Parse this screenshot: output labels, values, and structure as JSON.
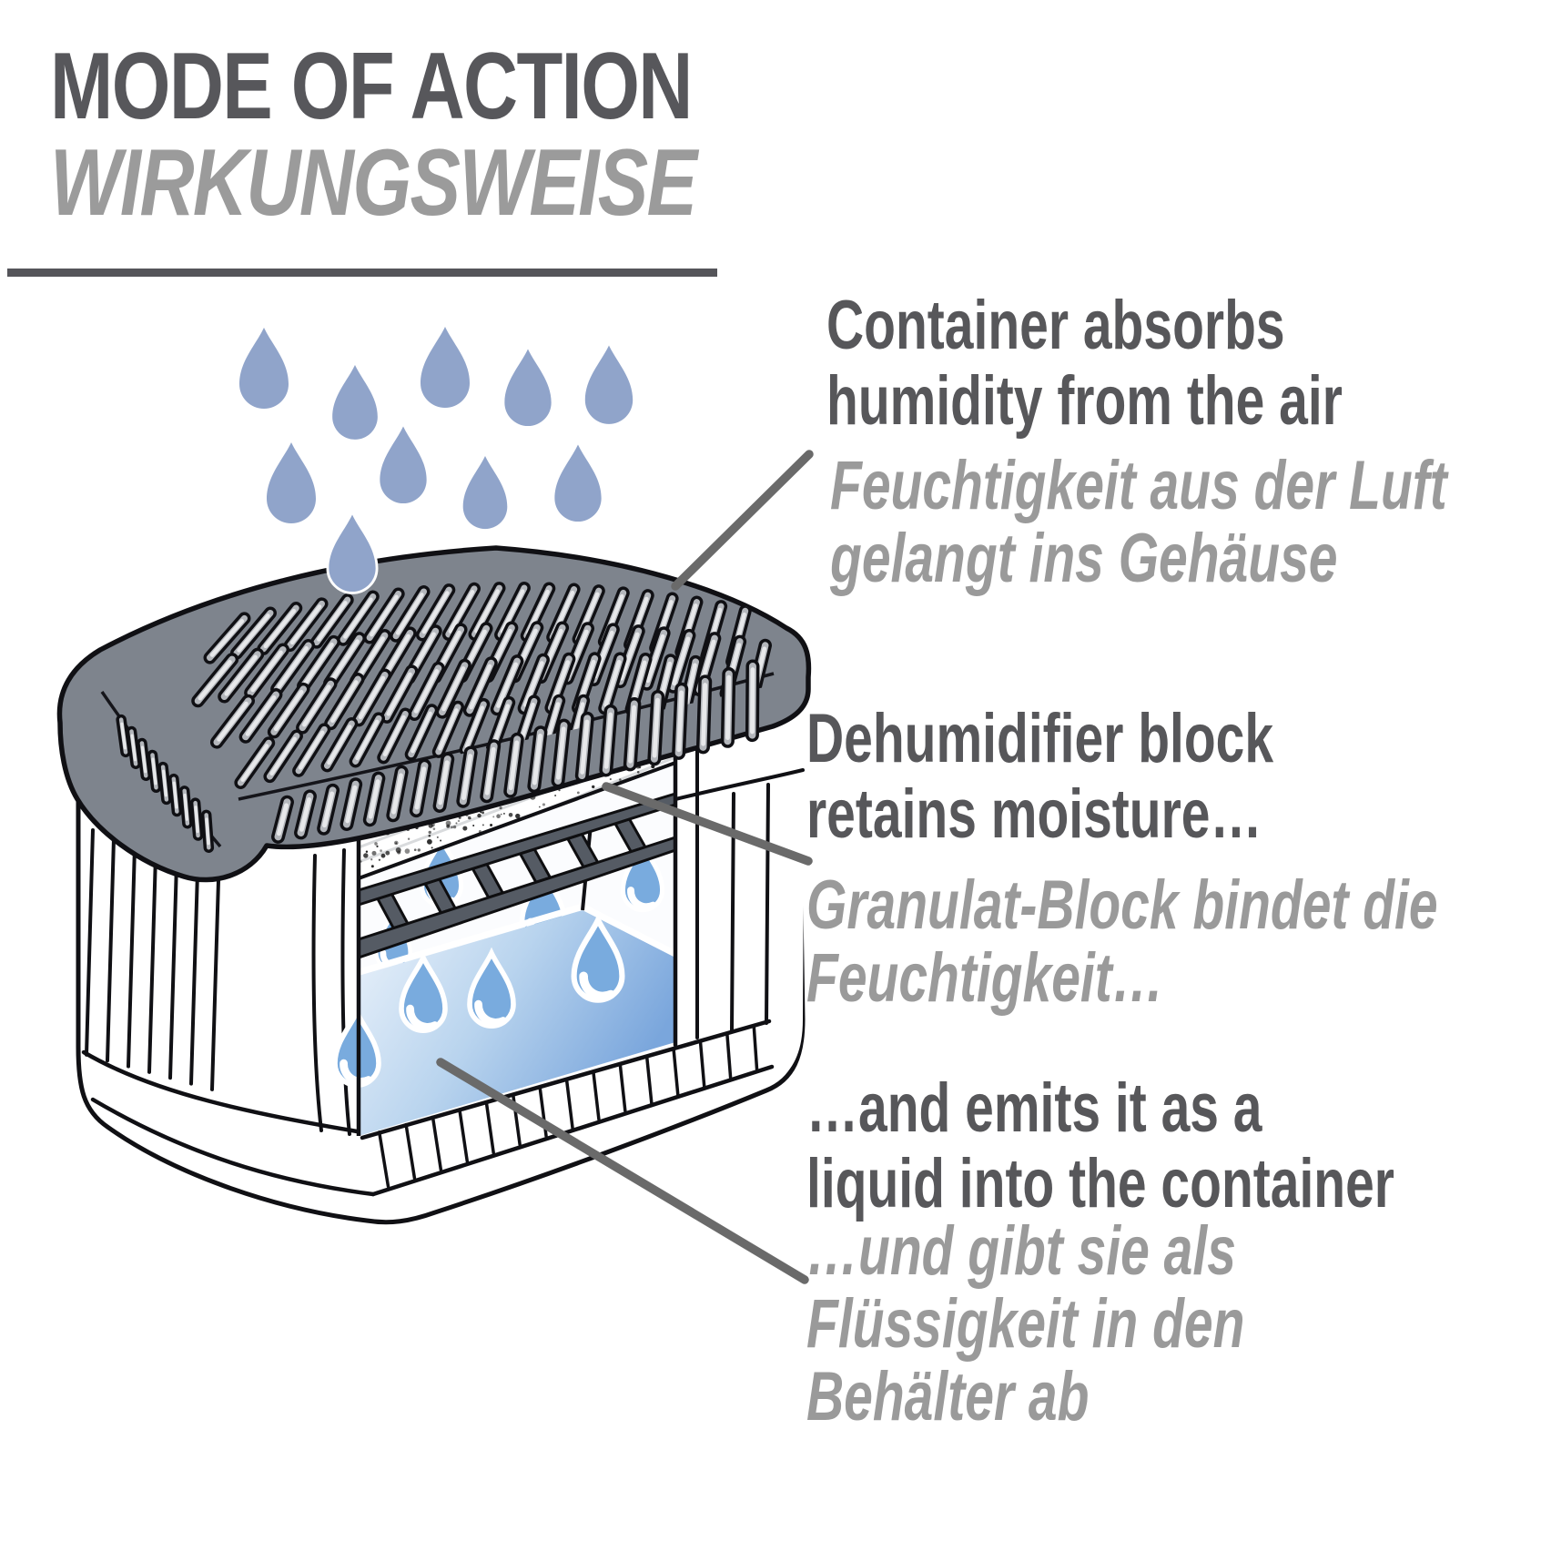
{
  "header": {
    "title_en": "MODE OF ACTION",
    "title_de": "WIRKUNGSWEISE"
  },
  "annotations": [
    {
      "en_lines": [
        "Container absorbs",
        "humidity from the air"
      ],
      "de_lines": [
        "Feuchtigkeit aus der Luft",
        "gelangt ins Gehäuse"
      ]
    },
    {
      "en_lines": [
        "Dehumidifier block",
        "retains moisture…"
      ],
      "de_lines": [
        "Granulat-Block bindet die",
        "Feuchtigkeit…"
      ]
    },
    {
      "en_lines": [
        "…and emits it as a",
        "liquid into the container"
      ],
      "de_lines": [
        "…und gibt sie als",
        "Flüssigkeit in den",
        "Behälter ab"
      ]
    }
  ],
  "illustration": {
    "name": "dehumidifier-cutaway",
    "falling_drop_count": 10,
    "inner_drop_count": 8,
    "leader_line_count": 3
  },
  "colors": {
    "heading_dark": "#57575B",
    "heading_gray": "#9B9B9B",
    "annotation_dark": "#57575A",
    "annotation_gray": "#9A9A9A",
    "divider": "#55555A",
    "leader_line": "#6A6A6A",
    "falling_drop": "#90A4CA",
    "inner_drop": "#79ABDE",
    "lid_gray": "#7E848D",
    "slot_gray": "#B4B7BC",
    "slot_highlight": "#E7E8EA",
    "outline_black": "#101014",
    "rail_gray": "#555B64",
    "pool_light": "#E8F1FA",
    "pool_deep": "#7AA6DC",
    "speckle": "#1F1F1F"
  }
}
